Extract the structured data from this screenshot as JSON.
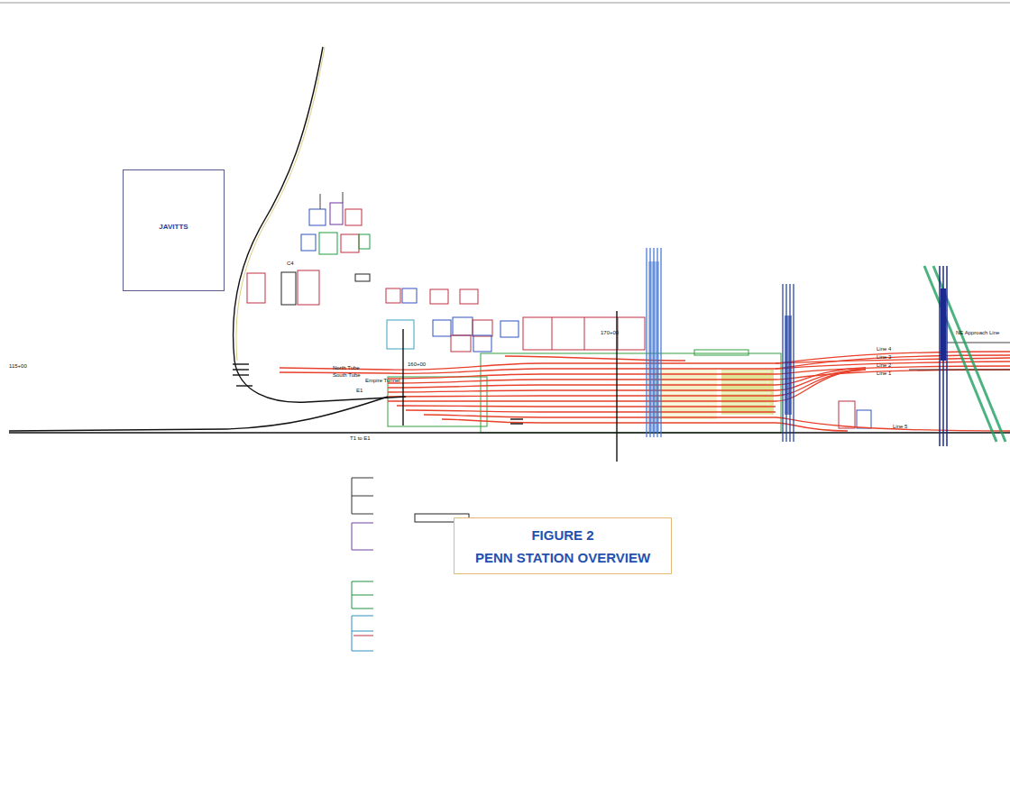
{
  "diagram": {
    "nodes": [
      {
        "text": [
          "JAVITTS"
        ]
      },
      {
        "text": [
          "FIGURE 2",
          "PENN STATION OVERVIEW"
        ]
      }
    ],
    "labels": [
      "115+00",
      "C4",
      "160+00",
      "170+00",
      "North Tube",
      "South Tube",
      "Empire Tunnel",
      "E1",
      "T1 to E1",
      "Line 4",
      "Line 3",
      "Line 2",
      "Line 1",
      "Line 5",
      "NE Approach Line"
    ]
  }
}
